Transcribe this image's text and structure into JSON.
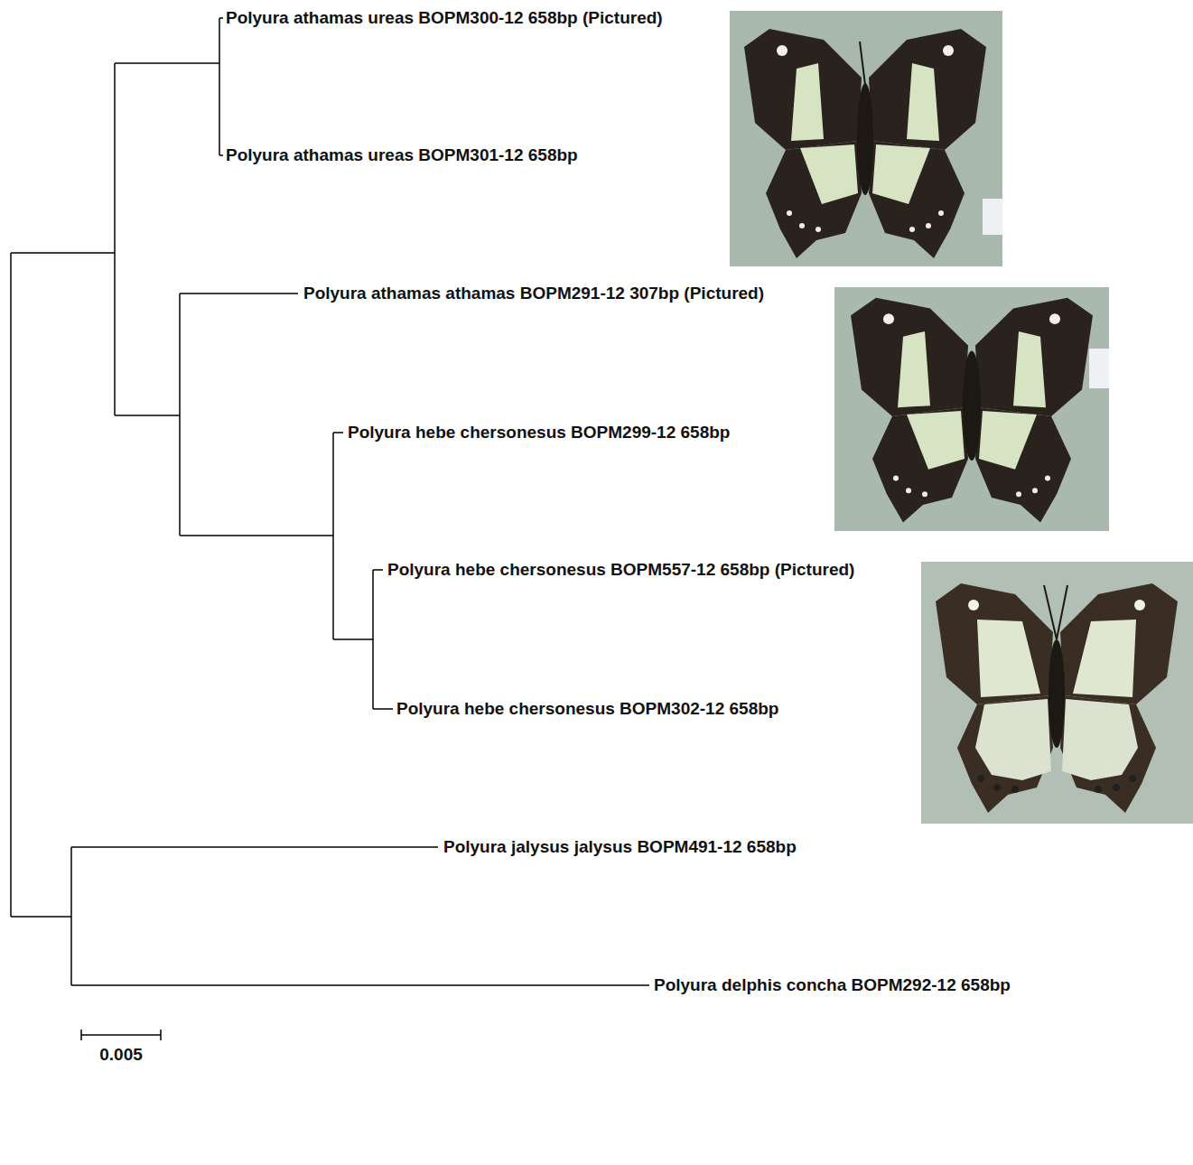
{
  "diagram": {
    "labels": [
      "Polyura athamas ureas BOPM300-12 658bp (Pictured)",
      "Polyura athamas ureas BOPM301-12 658bp",
      "Polyura athamas athamas BOPM291-12 307bp (Pictured)",
      "Polyura hebe chersonesus BOPM299-12 658bp",
      "Polyura hebe chersonesus BOPM557-12 658bp (Pictured)",
      "Polyura hebe chersonesus BOPM302-12 658bp",
      "Polyura jalysus jalysus BOPM491-12 658bp",
      "Polyura delphis concha BOPM292-12 658bp",
      "0.005"
    ]
  }
}
